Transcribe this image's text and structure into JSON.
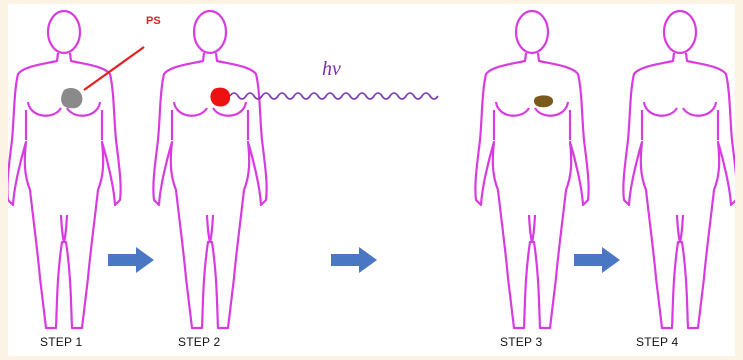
{
  "labels": {
    "ps": "PS",
    "hv": "hv",
    "steps": [
      "STEP 1",
      "STEP 2",
      "STEP 3",
      "STEP 4"
    ]
  },
  "colors": {
    "outline": "#d83ce0",
    "arrow": "#4a77c4",
    "ps_line": "#e32020",
    "wave": "#7a2fb0",
    "tumor_step1": "#8a8a8a",
    "tumor_step2": "#ee1111",
    "tumor_step3": "#7a5a1a"
  },
  "icons": [
    "female-figure-outline",
    "right-arrow",
    "wavy-light-line"
  ]
}
